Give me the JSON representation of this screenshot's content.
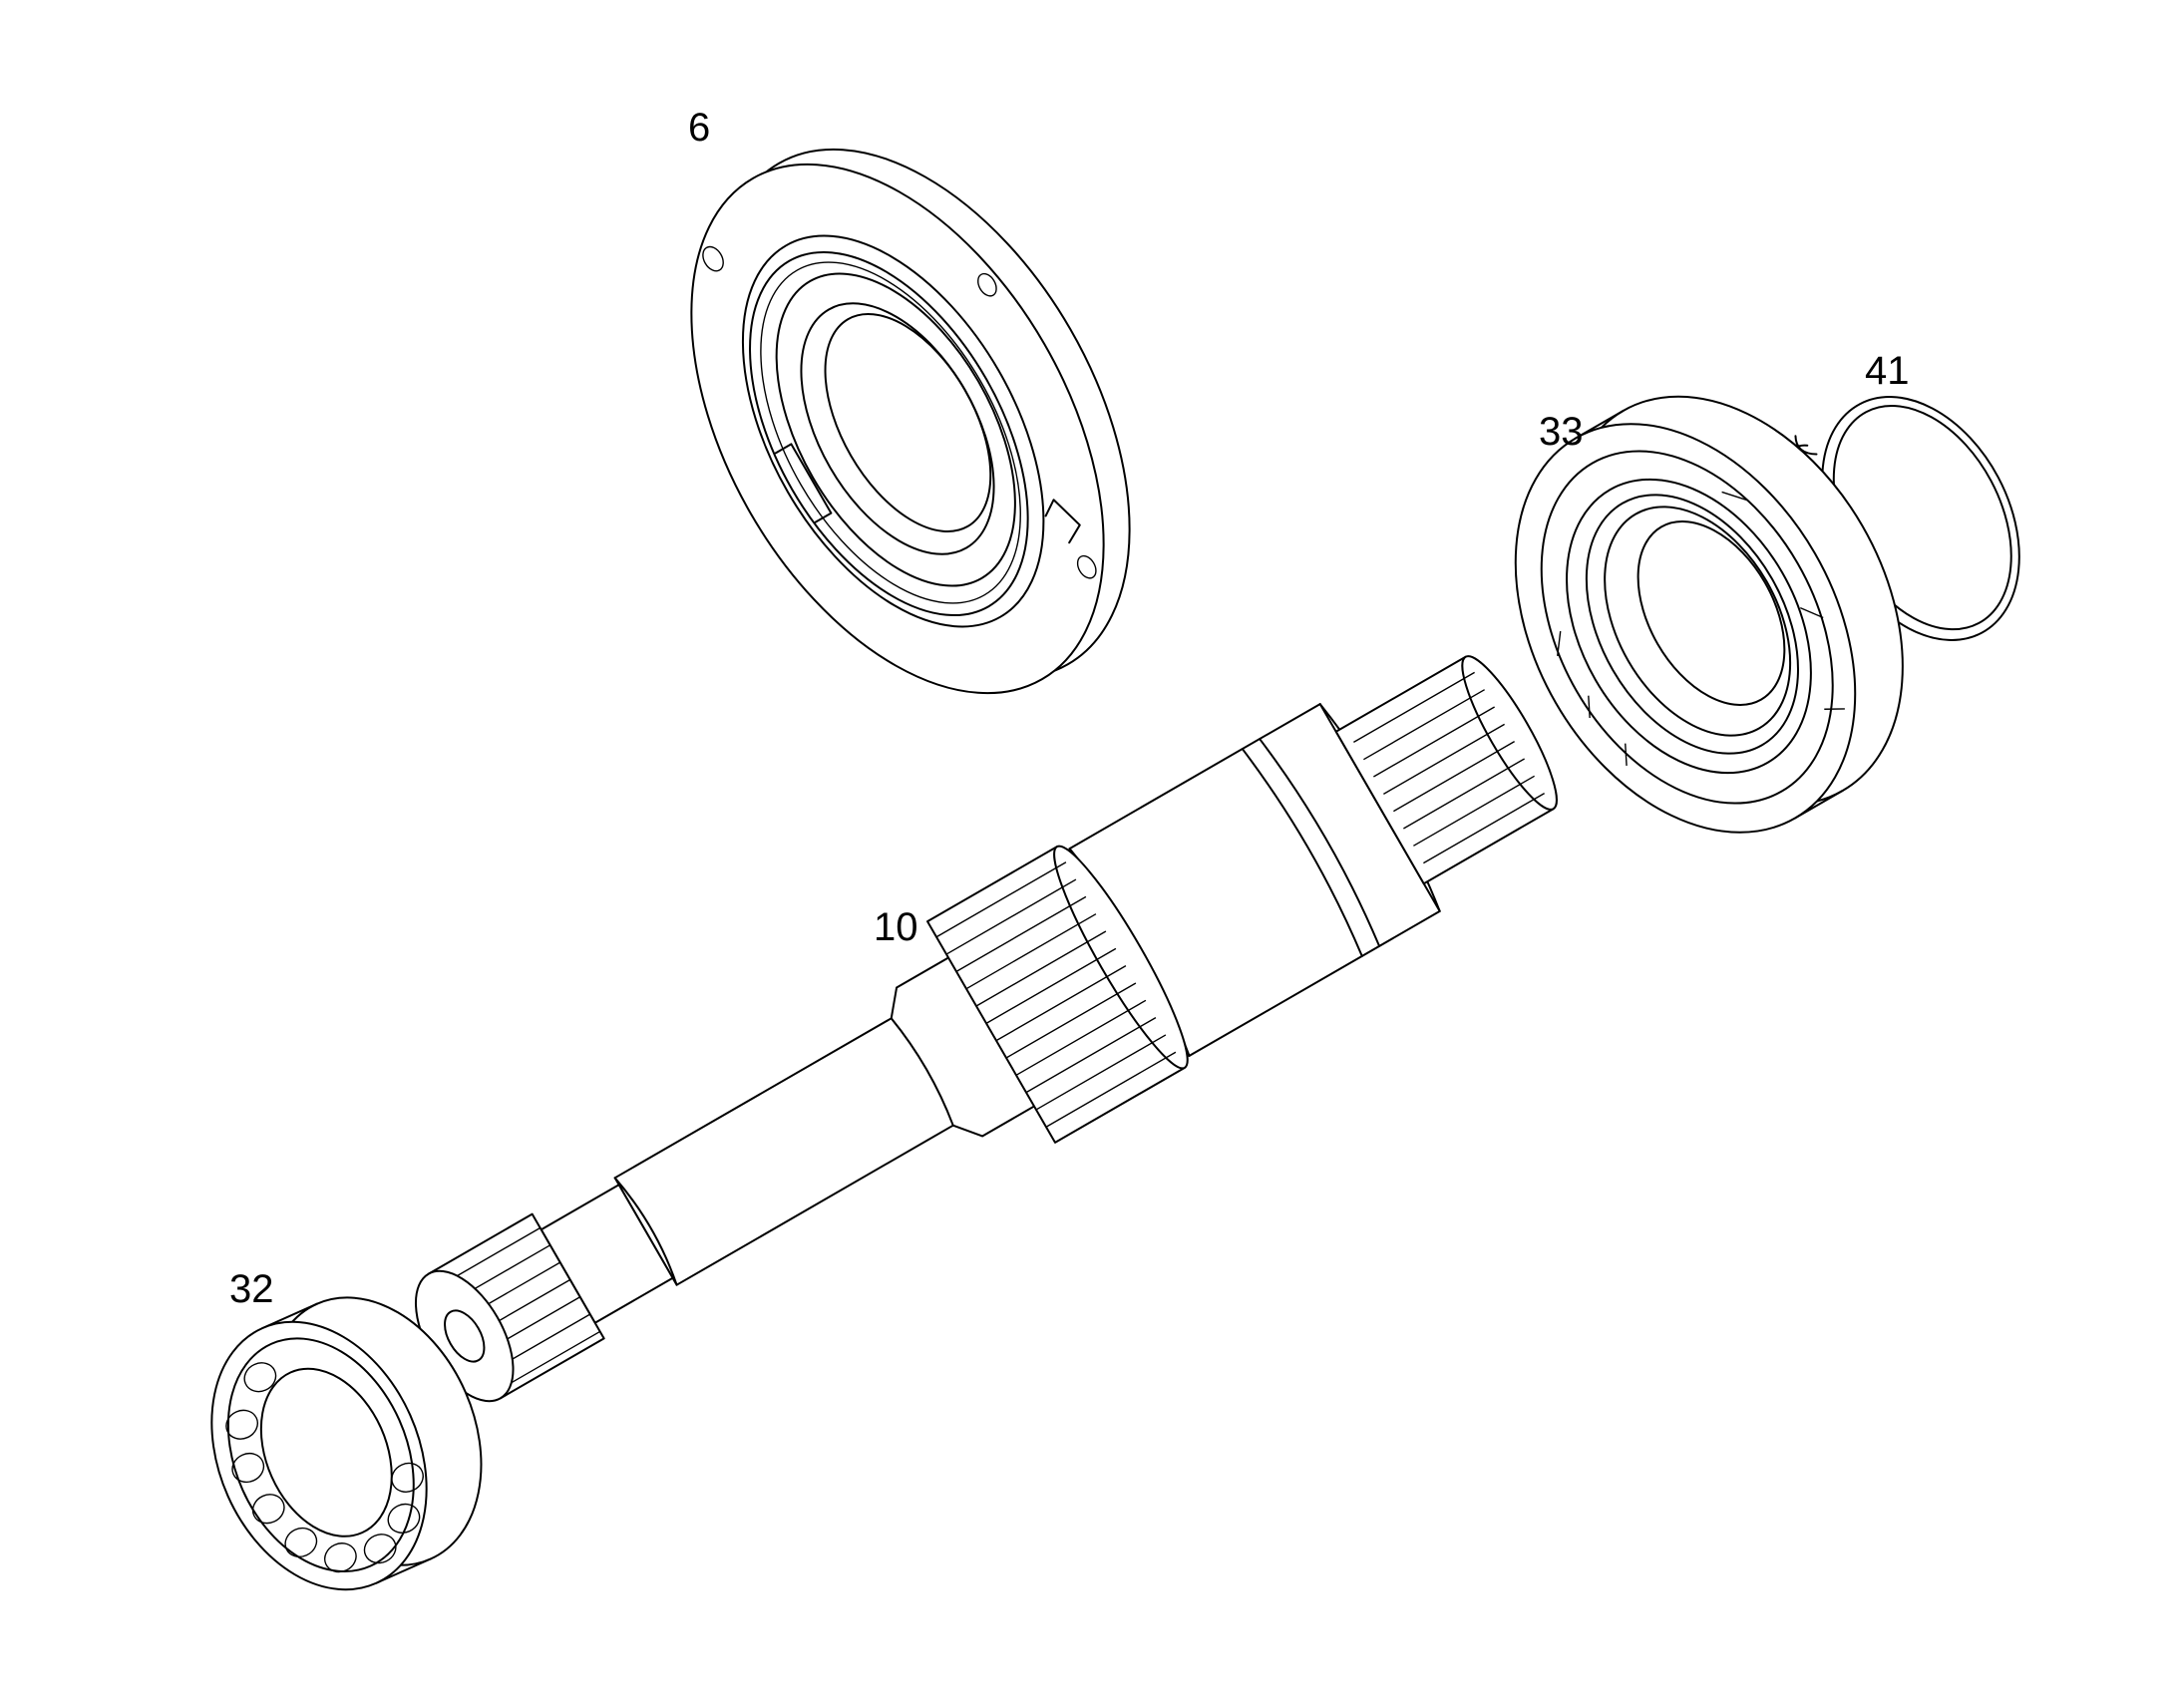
{
  "diagram": {
    "callouts": [
      {
        "id": "seal-flange",
        "label": "6"
      },
      {
        "id": "circlip",
        "label": "41"
      },
      {
        "id": "ball-bearing",
        "label": "33"
      },
      {
        "id": "shaft",
        "label": "10"
      },
      {
        "id": "roller-bearing",
        "label": "32"
      }
    ]
  }
}
